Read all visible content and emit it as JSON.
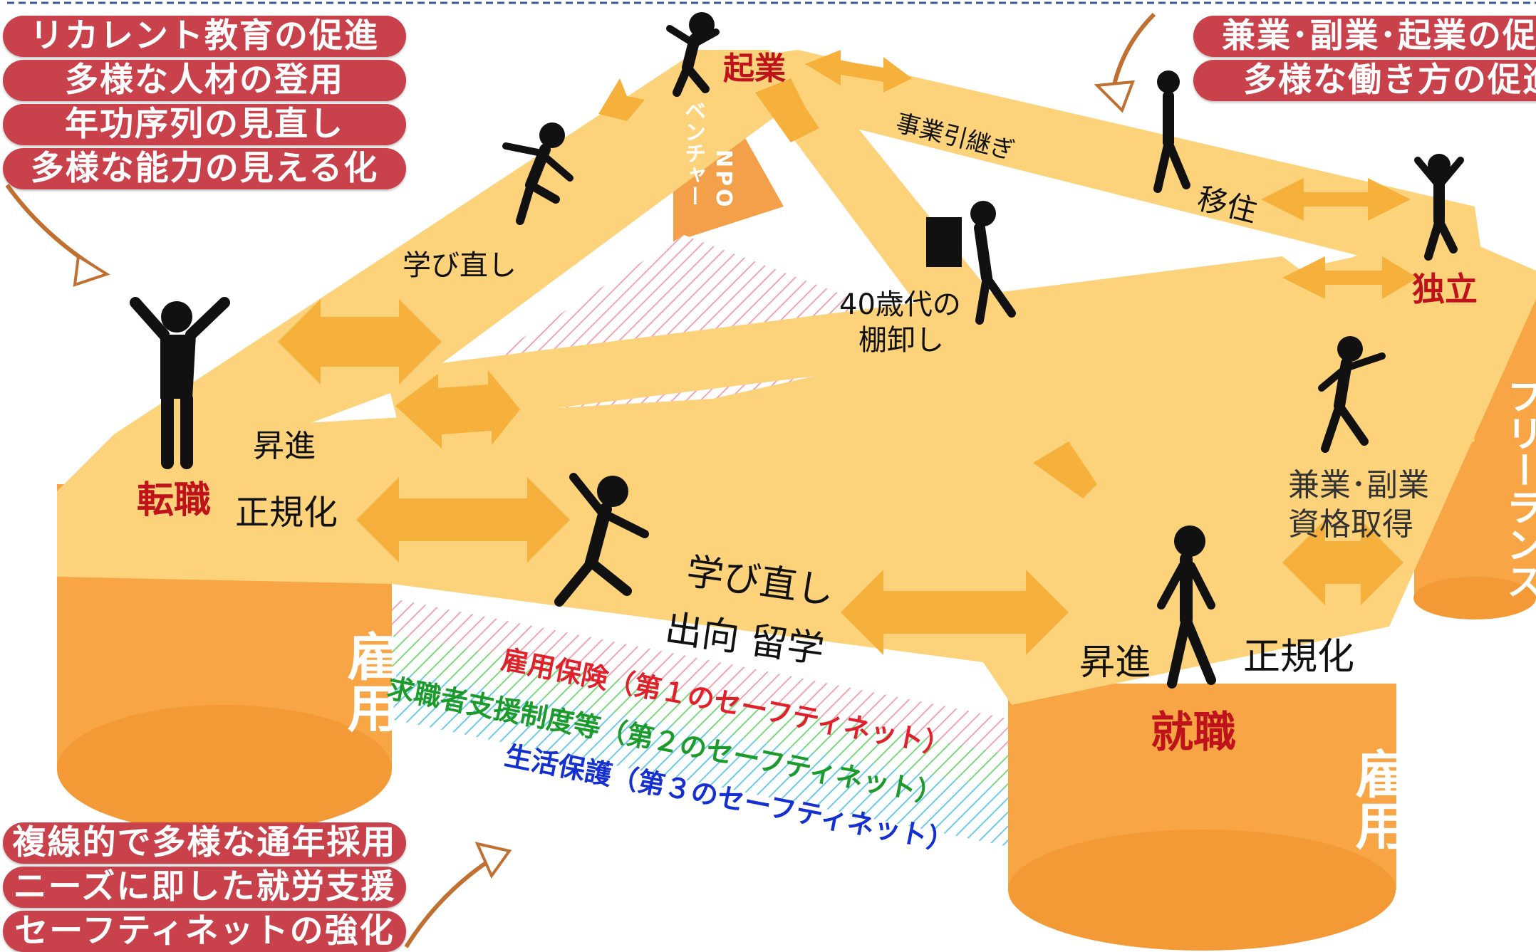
{
  "top_left_pills": [
    "リカレント教育の促進",
    "多様な人材の登用",
    "年功序列の見直し",
    "多様な能力の見える化"
  ],
  "top_right_pills": [
    "兼業･副業･起業の促",
    "多様な働き方の促進"
  ],
  "bottom_left_pills": [
    "複線的で多様な通年採用",
    "ニーズに即した就労支援",
    "セーフティネットの強化"
  ],
  "nodes": {
    "kigyo": "起業",
    "tenshoku": "転職",
    "shushoku": "就職",
    "dokuritsu": "独立"
  },
  "labels": {
    "npo": "NPO",
    "venture": "ベンチャー",
    "jigyo_hikitsugi": "事業引継ぎ",
    "iju": "移住",
    "manabinaoshi_top": "学び直し",
    "tanaoroshi_1": "40歳代の",
    "tanaoroshi_2": "棚卸し",
    "shoshin_left": "昇進",
    "seikika_left": "正規化",
    "manabinaoshi_center": "学び直し",
    "shukko_ryugaku": "出向 留学",
    "kengyo_fukugyo": "兼業･副業",
    "shikaku": "資格取得",
    "shoshin_right": "昇進",
    "seikika_right": "正規化",
    "freelance": "フリーランス",
    "koyo_left": "雇用",
    "koyo_right": "雇用"
  },
  "safety_nets": [
    {
      "label": "雇用保険（第１のセーフティネット）",
      "color": "#e0202a"
    },
    {
      "label": "求職者支援制度等（第２のセーフティネット）",
      "color": "#1c9a2a"
    },
    {
      "label": "生活保護（第３のセーフティネット）",
      "color": "#1530d0"
    }
  ],
  "colors": {
    "path": "#fcd37a",
    "cylinder": "#f7a545",
    "arrow": "#f6b03c",
    "pill": "#c8414b"
  }
}
